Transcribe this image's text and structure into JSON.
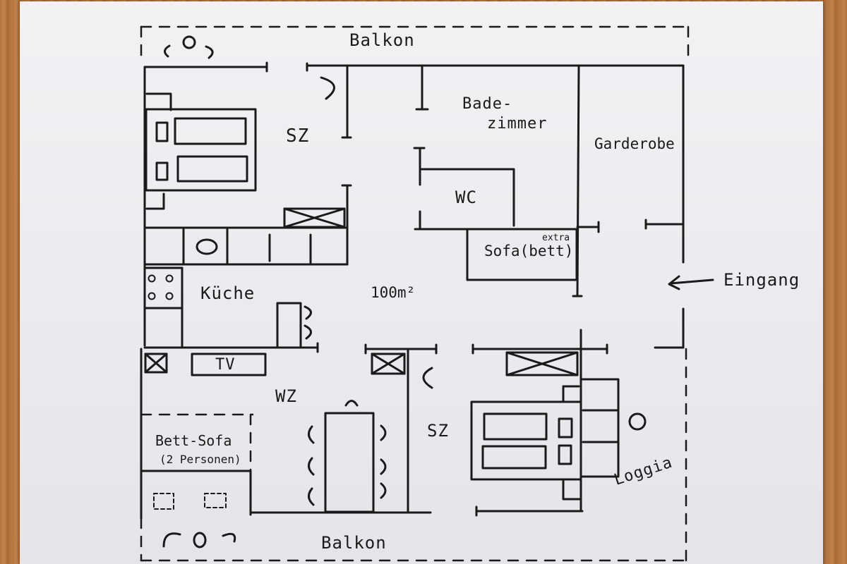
{
  "labels": {
    "balkon_top": "Balkon",
    "balkon_bottom": "Balkon",
    "sz_top": "SZ",
    "bathroom_line1": "Bade-",
    "bathroom_line2": "zimmer",
    "garderobe": "Garderobe",
    "wc": "WC",
    "sofa_extra": "extra",
    "sofa": "Sofa(bett)",
    "eingang": "Eingang",
    "kueche": "Küche",
    "area": "100m²",
    "tv": "TV",
    "wz": "WZ",
    "sz_bottom": "SZ",
    "bettsofa_line1": "Bett-Sofa",
    "bettsofa_line2": "(2 Personen)",
    "loggia": "Loggia"
  },
  "colors": {
    "ink": "#1a1a1a",
    "paper": "#eeeef2",
    "wood": "#b8793f"
  },
  "icons": {
    "entrance_arrow": "arrow-left-icon"
  }
}
